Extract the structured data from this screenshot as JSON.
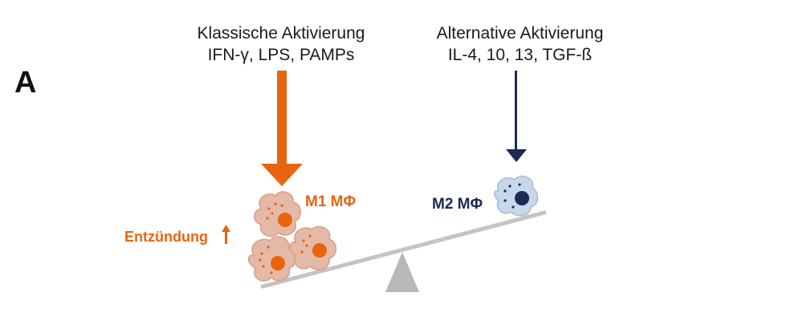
{
  "panel_letter": "A",
  "classical": {
    "title": "Klassische Aktivierung",
    "stimuli": "IFN-γ, LPS, PAMPs"
  },
  "alternative": {
    "title": "Alternative Aktivierung",
    "stimuli": "IL-4, 10, 13, TGF-ß"
  },
  "m1_label": "M1 MΦ",
  "m2_label": "M2 MΦ",
  "inflammation_label": "Entzündung",
  "colors": {
    "orange": "#e8650e",
    "navy": "#1c2a55",
    "m1_cell_fill": "#e4b9a6",
    "m2_cell_fill": "#c9d7ea",
    "beam": "#c4c4c4"
  }
}
